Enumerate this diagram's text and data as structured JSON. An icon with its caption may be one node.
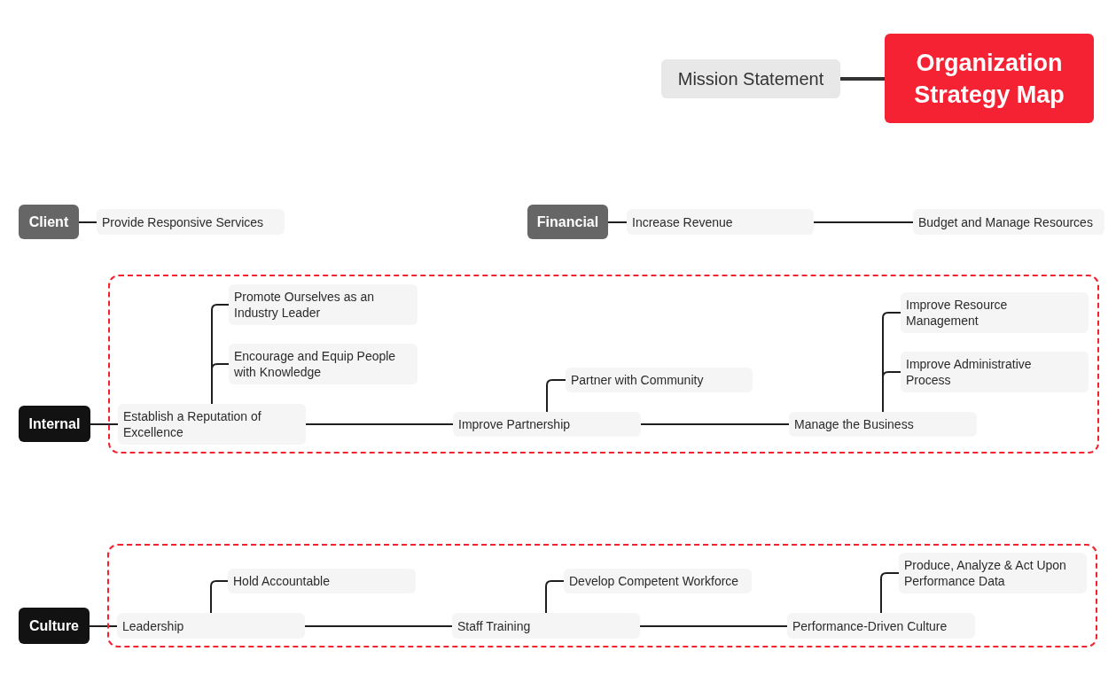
{
  "diagram": {
    "nodes": [
      {
        "text": [
          "Mission Statement"
        ]
      },
      {
        "text": [
          "Organization Strategy Map"
        ]
      },
      {
        "text": [
          "Client"
        ]
      },
      {
        "text": [
          "Provide Responsive Services"
        ]
      },
      {
        "text": [
          "Financial"
        ]
      },
      {
        "text": [
          "Increase Revenue"
        ]
      },
      {
        "text": [
          "Budget and Manage Resources"
        ]
      },
      {
        "text": [
          "Internal"
        ]
      },
      {
        "text": [],
        "shape": "box"
      },
      {
        "text": [
          "Promote Ourselves as an Industry Leader"
        ],
        "in": 8
      },
      {
        "text": [
          "Encourage and Equip People with Knowledge"
        ],
        "in": 8
      },
      {
        "text": [
          "Establish a Reputation of Excellence"
        ],
        "in": 8
      },
      {
        "text": [
          "Partner with Community"
        ],
        "in": 8
      },
      {
        "text": [
          "Improve Partnership"
        ],
        "in": 8
      },
      {
        "text": [
          "Improve Resource Management"
        ],
        "in": 8
      },
      {
        "text": [
          "Improve Administrative Process"
        ],
        "in": 8
      },
      {
        "text": [
          "Manage the Business"
        ],
        "in": 8
      },
      {
        "text": [
          "Culture"
        ]
      },
      {
        "text": [],
        "shape": "box"
      },
      {
        "text": [
          "Hold Accountable"
        ],
        "in": 18
      },
      {
        "text": [
          "Leadership"
        ],
        "in": 18
      },
      {
        "text": [
          "Develop Competent Workforce"
        ],
        "in": 18
      },
      {
        "text": [
          "Staff Training"
        ],
        "in": 18
      },
      {
        "text": [
          "Produce, Analyze & Act Upon Performance Data"
        ],
        "in": 18
      },
      {
        "text": [
          "Performance-Driven Culture"
        ],
        "in": 18
      }
    ],
    "edges": [
      {
        "from": 1,
        "to": 0,
        "arrow": "none",
        "style": "thick"
      },
      {
        "from": 2,
        "to": 3,
        "arrow": "none"
      },
      {
        "from": 4,
        "to": 5,
        "arrow": "none"
      },
      {
        "from": 5,
        "to": 6,
        "arrow": "none"
      },
      {
        "from": 7,
        "to": 11,
        "arrow": "none"
      },
      {
        "from": 11,
        "to": 9,
        "arrow": "none"
      },
      {
        "from": 11,
        "to": 10,
        "arrow": "none"
      },
      {
        "from": 11,
        "to": 13,
        "arrow": "none"
      },
      {
        "from": 13,
        "to": 12,
        "arrow": "none"
      },
      {
        "from": 13,
        "to": 16,
        "arrow": "none"
      },
      {
        "from": 16,
        "to": 14,
        "arrow": "none"
      },
      {
        "from": 16,
        "to": 15,
        "arrow": "none"
      },
      {
        "from": 17,
        "to": 20,
        "arrow": "none"
      },
      {
        "from": 20,
        "to": 19,
        "arrow": "none"
      },
      {
        "from": 20,
        "to": 22,
        "arrow": "none"
      },
      {
        "from": 22,
        "to": 21,
        "arrow": "none"
      },
      {
        "from": 22,
        "to": 24,
        "arrow": "none"
      },
      {
        "from": 24,
        "to": 23,
        "arrow": "none"
      }
    ]
  }
}
